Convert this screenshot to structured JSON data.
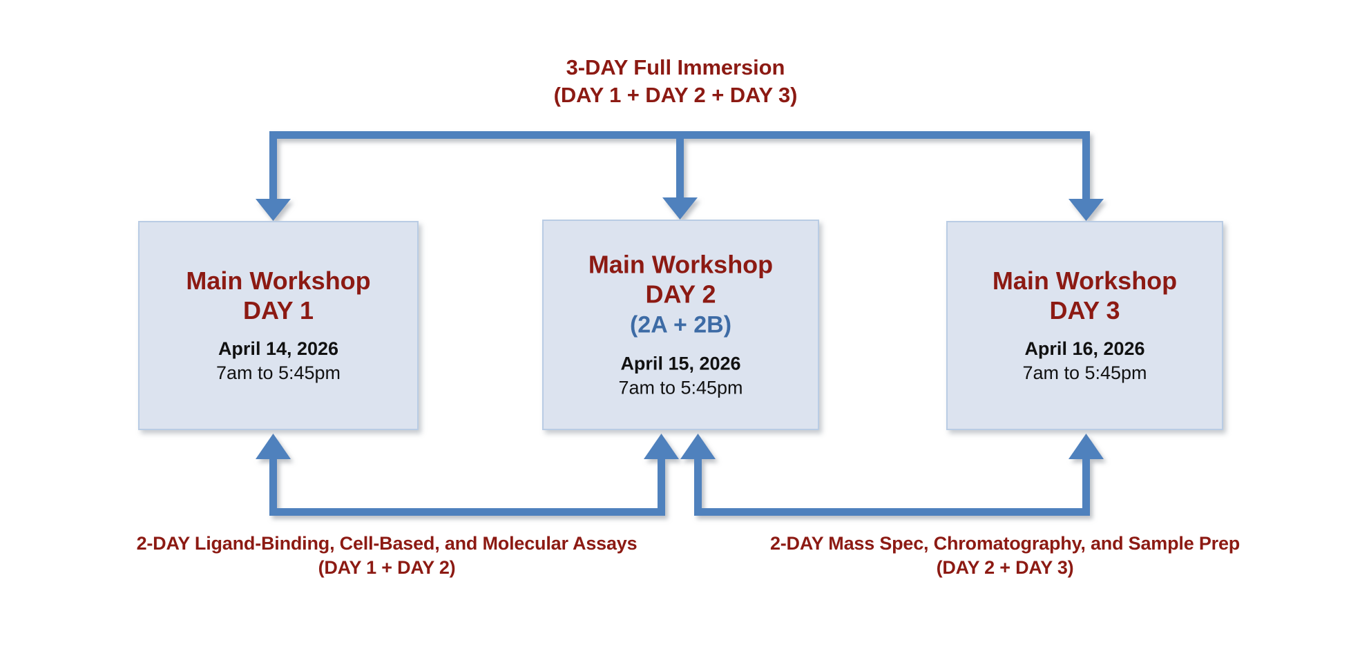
{
  "diagram": {
    "title": "3-DAY Full Immersion workshop structure",
    "colors": {
      "accent_blue": "#4f81bd",
      "dark_red": "#8c1a13",
      "box_fill": "#dce3ef",
      "box_border": "#b9cce4",
      "sub_blue": "#3d6ba5",
      "body_text": "#111111",
      "background": "#ffffff"
    }
  },
  "captions": {
    "top": {
      "line1": "3-DAY Full Immersion",
      "line2": "(DAY 1 + DAY 2 + DAY 3)"
    },
    "bottom_left": {
      "line1": "2-DAY Ligand-Binding, Cell-Based, and Molecular Assays",
      "line2": "(DAY 1 + DAY 2)"
    },
    "bottom_right": {
      "line1": "2-DAY Mass Spec, Chromatography, and Sample Prep",
      "line2": "(DAY 2 + DAY 3)"
    }
  },
  "boxes": [
    {
      "title_line1": "Main Workshop",
      "title_line2": "DAY 1",
      "subtitle": "",
      "date": "April 14, 2026",
      "time": "7am to 5:45pm"
    },
    {
      "title_line1": "Main Workshop",
      "title_line2": "DAY 2",
      "subtitle": "(2A + 2B)",
      "date": "April 15, 2026",
      "time": "7am to 5:45pm"
    },
    {
      "title_line1": "Main Workshop",
      "title_line2": "DAY 3",
      "subtitle": "",
      "date": "April 16, 2026",
      "time": "7am to 5:45pm"
    }
  ],
  "connectors": [
    {
      "name": "top-bracket-3day",
      "label": "3-DAY Full Immersion bracket",
      "targets": [
        "DAY 1",
        "DAY 2",
        "DAY 3"
      ],
      "direction": "down"
    },
    {
      "name": "bottom-bracket-2day-assays",
      "label": "2-DAY Ligand-Binding, Cell-Based, and Molecular Assays bracket",
      "targets": [
        "DAY 1",
        "DAY 2"
      ],
      "direction": "up"
    },
    {
      "name": "bottom-bracket-2day-massspec",
      "label": "2-DAY Mass Spec, Chromatography, and Sample Prep bracket",
      "targets": [
        "DAY 2",
        "DAY 3"
      ],
      "direction": "up"
    }
  ]
}
